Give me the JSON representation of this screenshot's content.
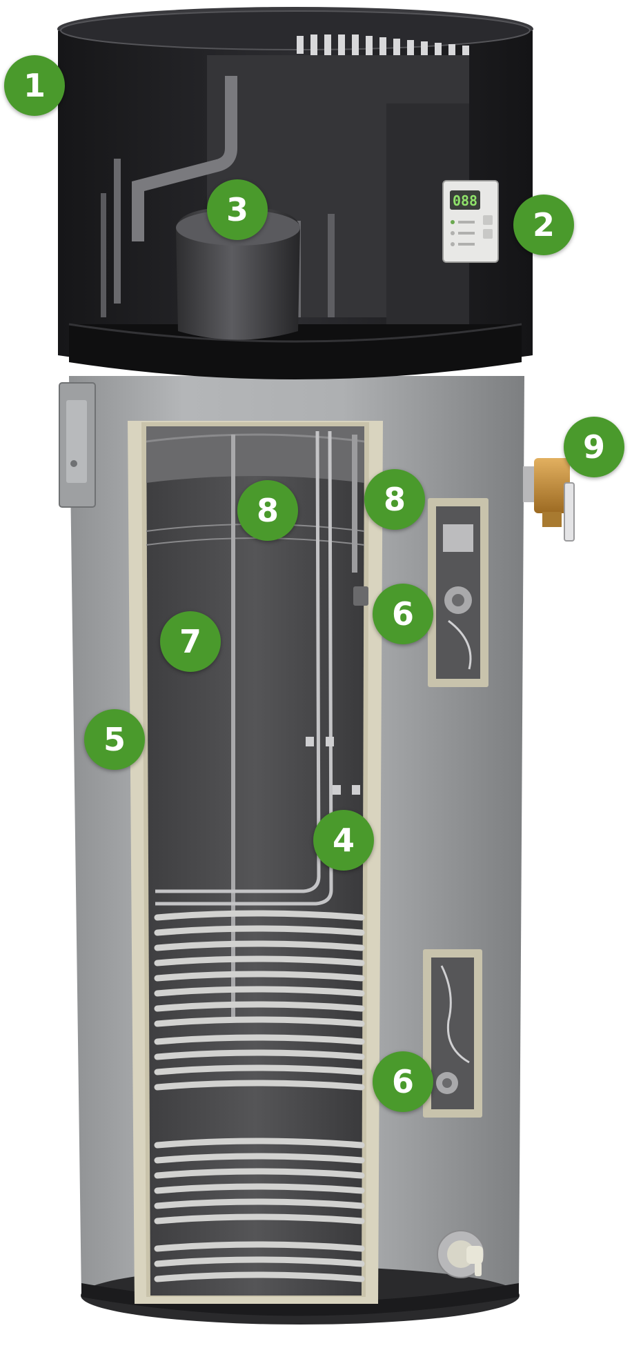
{
  "colors": {
    "callout": "#4a9a2c",
    "callout_text": "#ffffff",
    "top_shell": "#1f1f22",
    "tank_body": "#a9abad",
    "insulation_trim": "#d9d4bf",
    "inner_tank": "#4b4b4d",
    "coil": "#d2d2d0",
    "brass_valve": "#c8923a",
    "display_screen": "#3a3f3a",
    "display_digits": "#8fe36a"
  },
  "icons": [
    "heat-pump-unit-icon",
    "water-heater-tank-icon",
    "compressor-icon",
    "condenser-coil-icon",
    "control-panel-icon",
    "heating-element-icon",
    "relief-valve-icon",
    "drain-valve-icon"
  ],
  "display": {
    "digits": "088"
  },
  "callouts": [
    {
      "label": "1"
    },
    {
      "label": "2"
    },
    {
      "label": "3"
    },
    {
      "label": "8"
    },
    {
      "label": "8"
    },
    {
      "label": "9"
    },
    {
      "label": "6"
    },
    {
      "label": "7"
    },
    {
      "label": "5"
    },
    {
      "label": "4"
    },
    {
      "label": "6"
    }
  ]
}
